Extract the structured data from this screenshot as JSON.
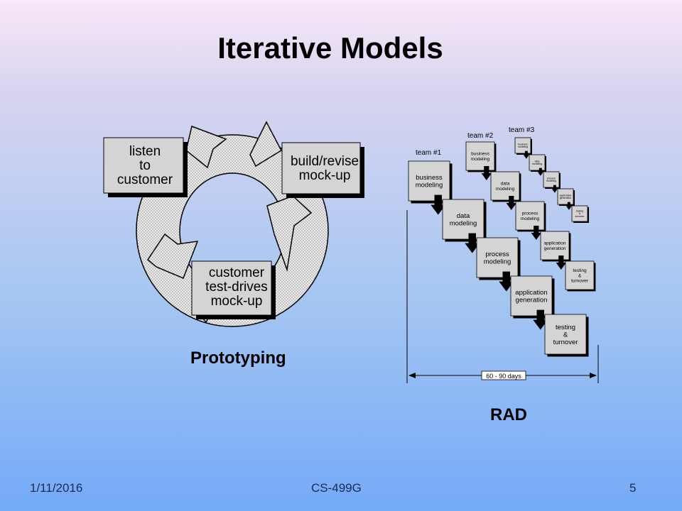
{
  "slide": {
    "title": "Iterative Models",
    "footer_date": "1/11/2016",
    "footer_course": "CS-499G",
    "footer_page": "5"
  },
  "prototyping": {
    "caption": "Prototyping",
    "steps": [
      {
        "lines": [
          "listen",
          "to",
          "customer"
        ]
      },
      {
        "lines": [
          "build/revise",
          "mock-up"
        ]
      },
      {
        "lines": [
          "customer",
          "test-drives",
          "mock-up"
        ]
      }
    ]
  },
  "rad": {
    "caption": "RAD",
    "duration": "60 - 90 days",
    "teams": [
      "team #1",
      "team #2",
      "team #3"
    ],
    "phases": [
      {
        "lines": [
          "business",
          "modeling"
        ]
      },
      {
        "lines": [
          "data",
          "modeling"
        ]
      },
      {
        "lines": [
          "process",
          "modeling"
        ]
      },
      {
        "lines": [
          "application",
          "generation"
        ]
      },
      {
        "lines": [
          "testing",
          "&",
          "turnover"
        ]
      }
    ]
  },
  "colors": {
    "box_fill": "#d4d4d4",
    "box_shadow": "#000000",
    "arrow_fill": "#e6e6e6"
  }
}
